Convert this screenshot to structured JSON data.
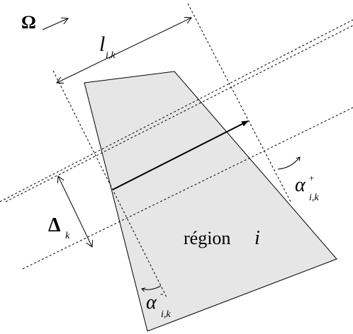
{
  "labels": {
    "omega": "Ω",
    "l_main": "l",
    "l_sub": "i,k",
    "delta_main": "Δ",
    "delta_sub": "k",
    "alpha_plus_main": "α",
    "alpha_plus_sup": "+",
    "alpha_plus_sub": "i,k",
    "alpha_minus_main": "α",
    "alpha_minus_sup": "-",
    "alpha_minus_sub": "i,k",
    "region_word": "région",
    "region_index": "i"
  },
  "colors": {
    "region_fill": "#e6e6e6",
    "stroke": "#000000"
  }
}
